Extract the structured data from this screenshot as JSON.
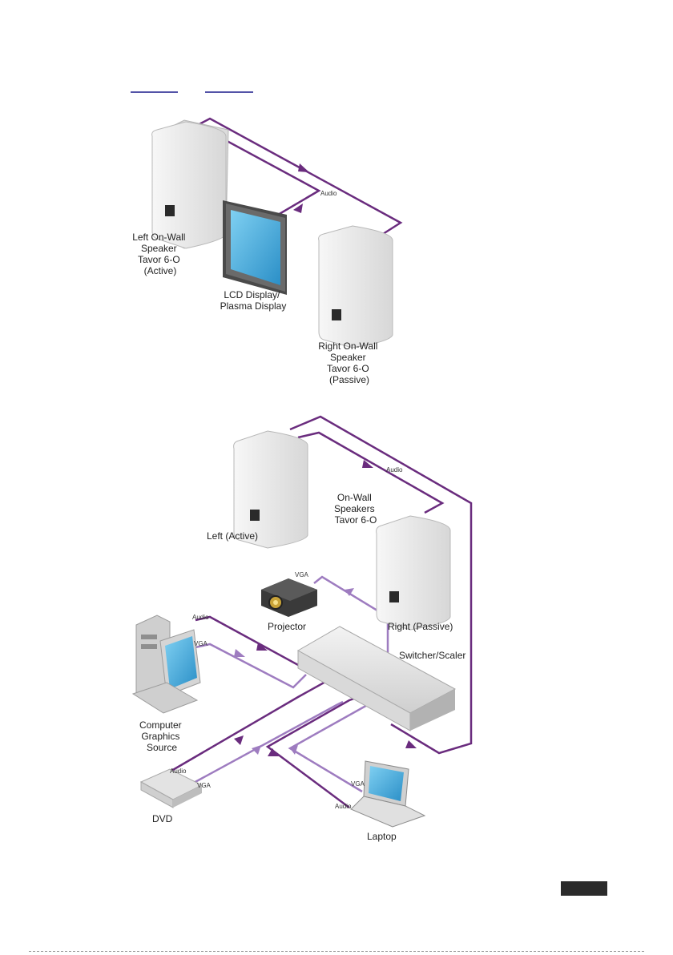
{
  "diagram1": {
    "labels": {
      "left_speaker": [
        "Left On-Wall",
        "Speaker",
        "Tavor 6-O",
        "(Active)"
      ],
      "display": [
        "LCD Display/",
        "Plasma Display"
      ],
      "right_speaker": [
        "Right On-Wall",
        "Speaker",
        "Tavor 6-O",
        "(Passive)"
      ],
      "audio": "Audio"
    }
  },
  "diagram2": {
    "labels": {
      "speakers": [
        "On-Wall",
        "Speakers",
        "Tavor 6-O"
      ],
      "left": "Left (Active)",
      "right": "Right (Passive)",
      "audio": "Audio",
      "projector": "Projector",
      "projector_vga": "VGA",
      "switcher": "Switcher/Scaler",
      "pc_audio": "Audio",
      "pc_vga": "VGA",
      "pc": [
        "Computer",
        "Graphics",
        "Source"
      ],
      "dvd": "DVD",
      "dvd_audio": "Audio",
      "dvd_vga": "VGA",
      "laptop": "Laptop",
      "laptop_vga": "VGA",
      "laptop_audio": "Audio"
    }
  },
  "colors": {
    "audio_cable": "#6a2c7e",
    "vga_cable": "#9e7cc0",
    "speaker_body": "#ececec",
    "screen": "#3fa6d8"
  }
}
